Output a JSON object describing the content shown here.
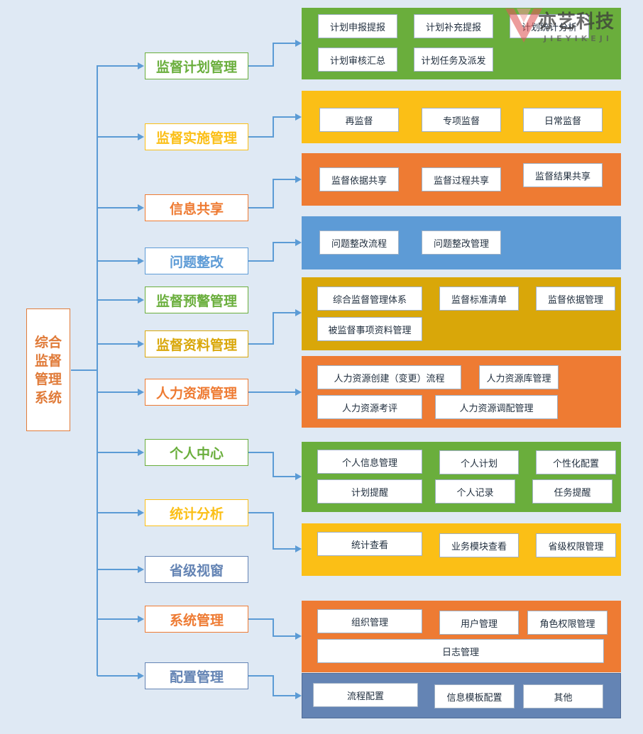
{
  "root": {
    "label": "综合监督管理系统"
  },
  "logo": {
    "text": "亦艺科技",
    "subtext": "JIEYIKEJI"
  },
  "colors": {
    "green": "#6aae3c",
    "yellow": "#fbbf16",
    "orange": "#ee7b33",
    "blue": "#5d9bd6",
    "olive": "#d9a709",
    "slate": "#6484b4",
    "line": "#5b9bd5"
  },
  "modules": [
    {
      "label": "监督计划管理",
      "color": "green",
      "items": [
        "计划申报提报",
        "计划补充提报",
        "计划统计分析",
        "计划审核汇总",
        "计划任务及派发"
      ]
    },
    {
      "label": "监督实施管理",
      "color": "yellow",
      "items": [
        "再监督",
        "专项监督",
        "日常监督"
      ]
    },
    {
      "label": "信息共享",
      "color": "orange",
      "items": [
        "监督依据共享",
        "监督过程共享",
        "监督结果共享"
      ]
    },
    {
      "label": "问题整改",
      "color": "blue",
      "items": [
        "问题整改流程",
        "问题整改管理"
      ]
    },
    {
      "label": "监督预警管理",
      "color": "green",
      "items": []
    },
    {
      "label": "监督资料管理",
      "color": "olive",
      "items": [
        "综合监督管理体系",
        "监督标准清单",
        "监督依据管理",
        "被监督事项资料管理"
      ]
    },
    {
      "label": "人力资源管理",
      "color": "orange",
      "items": [
        "人力资源创建（变更）流程",
        "人力资源库管理",
        "人力资源考评",
        "人力资源调配管理"
      ]
    },
    {
      "label": "个人中心",
      "color": "green",
      "items": [
        "个人信息管理",
        "个人计划",
        "个性化配置",
        "计划提醒",
        "个人记录",
        "任务提醒"
      ]
    },
    {
      "label": "统计分析",
      "color": "yellow",
      "items": [
        "统计查看",
        "业务模块查看",
        "省级权限管理"
      ]
    },
    {
      "label": "省级视窗",
      "color": "slate",
      "items": []
    },
    {
      "label": "系统管理",
      "color": "orange",
      "items": [
        "组织管理",
        "用户管理",
        "角色权限管理",
        "日志管理"
      ]
    },
    {
      "label": "配置管理",
      "color": "slate",
      "items": [
        "流程配置",
        "信息模板配置",
        "其他"
      ]
    }
  ]
}
